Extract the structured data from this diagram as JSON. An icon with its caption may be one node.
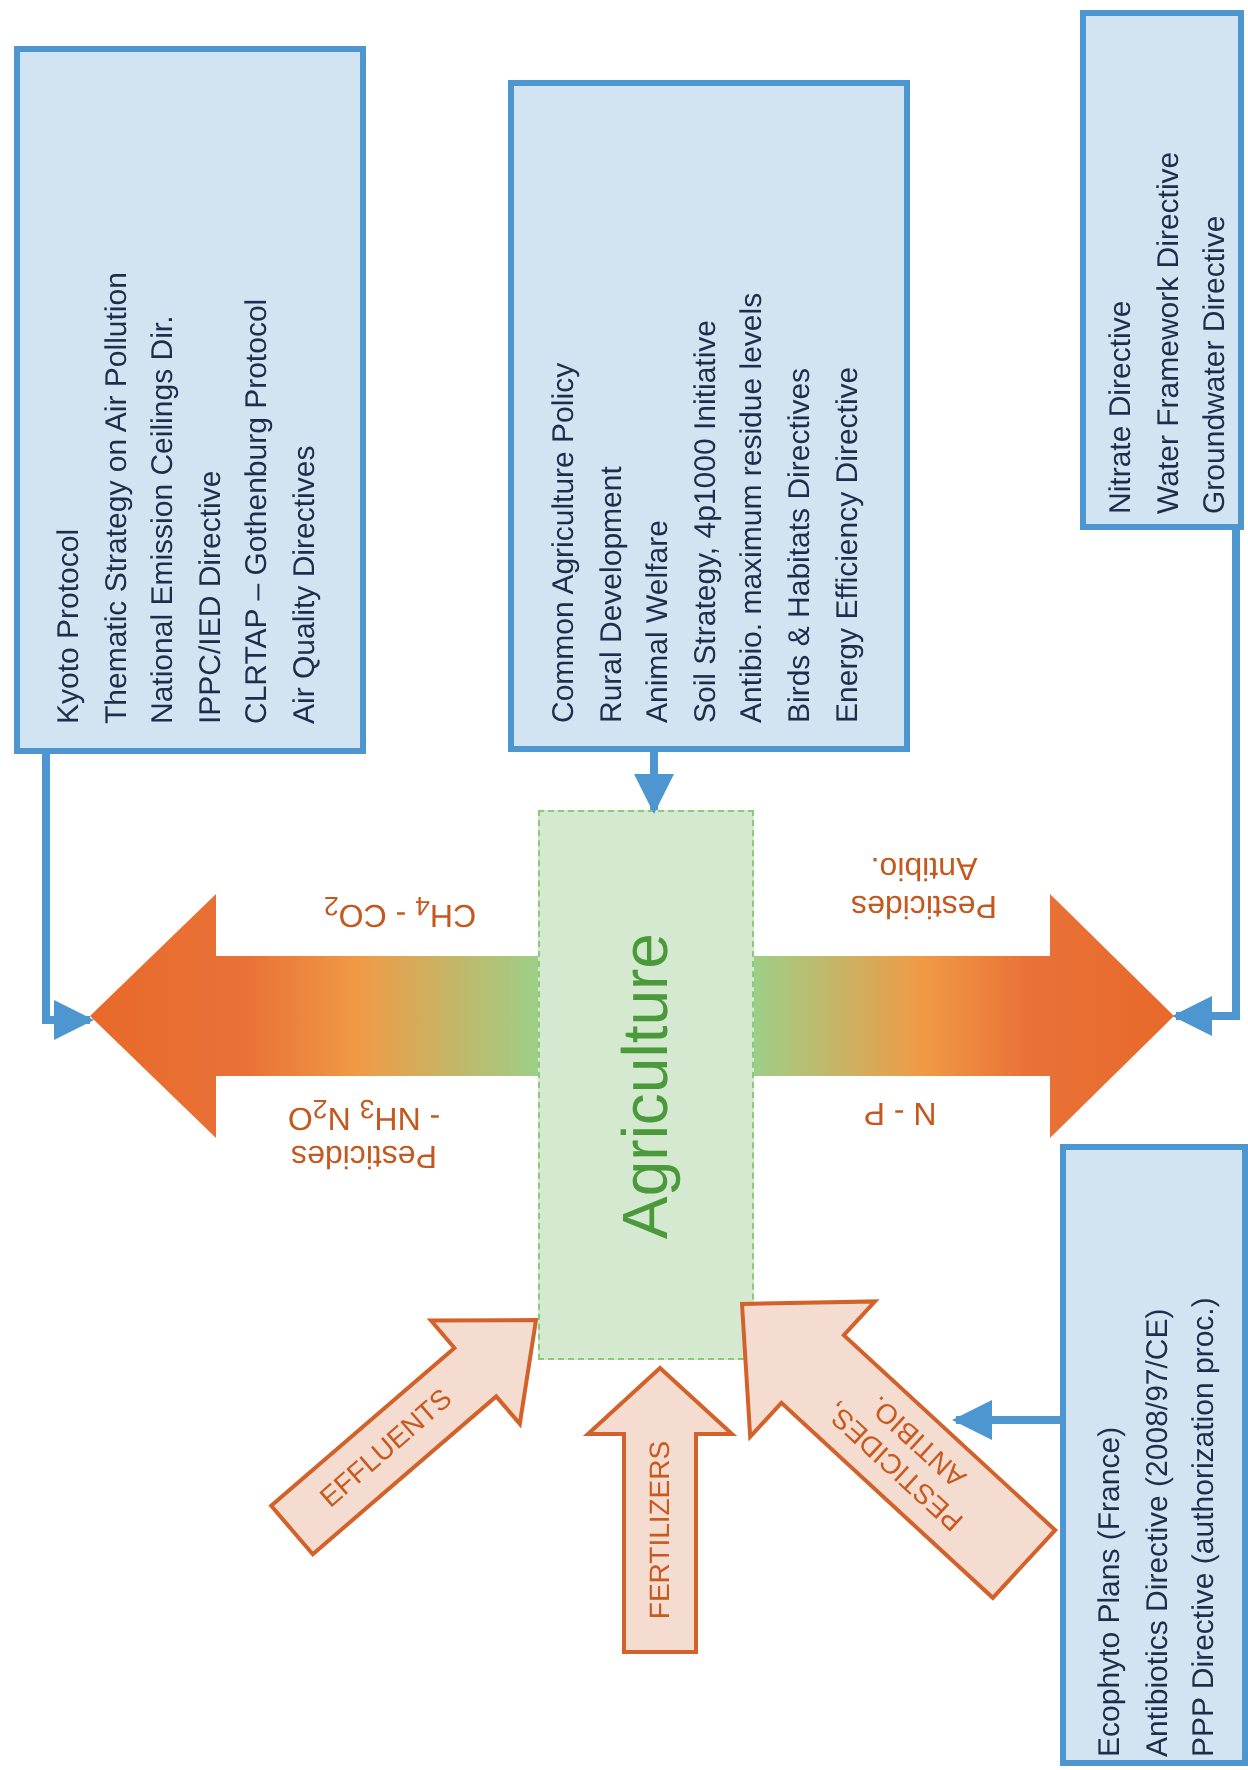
{
  "diagram": {
    "nodes": [
      {
        "text": [
          "Kyoto Protocol",
          "Thematic Strategy on Air Pollution",
          "National Emission Ceilings Dir.",
          "IPPC/IED Directive",
          "CLRTAP – Gothenburg Protocol",
          "Air Quality Directives"
        ]
      },
      {
        "text": [
          "Common Agriculture Policy",
          "Rural Development",
          "Animal Welfare",
          "Soil Strategy, 4p1000 Initiative",
          "Antibio. maximum residue levels",
          "Birds & Habitats Directives",
          "Energy Efficiency Directive"
        ]
      },
      {
        "text": [
          "Nitrate Directive",
          "Water Framework Directive",
          "Groundwater Directive"
        ]
      },
      {
        "text": [
          "Ecophyto Plans (France)",
          "Antibiotics Directive (2008/97/CE)",
          "PPP Directive (authorization proc.)"
        ]
      },
      {
        "text": [
          "Agriculture"
        ]
      }
    ],
    "edges": [
      {
        "from": 0,
        "to": null,
        "arrow": "to"
      },
      {
        "from": 1,
        "to": 4,
        "arrow": "to"
      },
      {
        "from": 2,
        "to": null,
        "arrow": "to"
      },
      {
        "from": 3,
        "to": null,
        "arrow": "to"
      },
      {
        "from": 4,
        "to": null,
        "arrow": "to",
        "style": "thick",
        "color": "#e8692a"
      },
      {
        "from": 4,
        "to": null,
        "arrow": "to",
        "style": "thick",
        "color": "#e8692a"
      },
      {
        "from": null,
        "to": 4,
        "arrow": "to",
        "label": "EFFLUENTS",
        "style": "thick",
        "color": "#d2622a"
      },
      {
        "from": null,
        "to": 4,
        "arrow": "to",
        "label": "FERTILIZERS",
        "style": "thick",
        "color": "#d2622a"
      },
      {
        "from": null,
        "to": 4,
        "arrow": "to",
        "label": "PESTICIDES, ANTIBIO.",
        "style": "thick",
        "color": "#d2622a"
      }
    ],
    "labels": [
      "CH$_{4}$ - CO$_{2}$",
      "Pesticides Antibio.",
      "Pesticides - NH$_{3}$ N$_{2}$O",
      "N - P"
    ]
  }
}
